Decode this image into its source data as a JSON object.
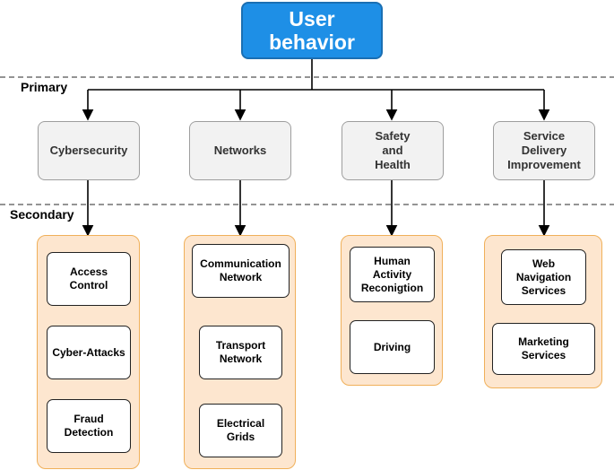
{
  "root": {
    "label": "User\nbehavior"
  },
  "tiers": {
    "primary": "Primary",
    "secondary": "Secondary"
  },
  "primary_nodes": [
    {
      "label": "Cybersecurity"
    },
    {
      "label": "Networks"
    },
    {
      "label": "Safety\nand\nHealth"
    },
    {
      "label": "Service\nDelivery\nImprovement"
    }
  ],
  "secondary_groups": [
    {
      "items": [
        "Access\nControl",
        "Cyber-Attacks",
        "Fraud\nDetection"
      ]
    },
    {
      "items": [
        "Communication\nNetwork",
        "Transport\nNetwork",
        "Electrical\nGrids"
      ]
    },
    {
      "items": [
        "Human\nActivity\nReconigtion",
        "Driving"
      ]
    },
    {
      "items": [
        "Web\nNavigation\nServices",
        "Marketing\nServices"
      ]
    }
  ],
  "colors": {
    "root_fill": "#1e8fe6",
    "primary_fill": "#f2f2f2",
    "group_fill": "#fde6cf",
    "group_border": "#f0b05a"
  }
}
